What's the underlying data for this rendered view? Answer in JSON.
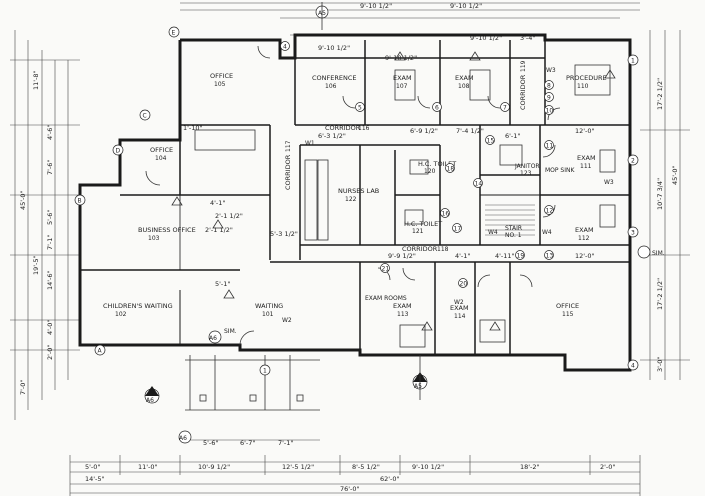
{
  "rooms": [
    {
      "name": "OFFICE",
      "number": "105"
    },
    {
      "name": "CONFERENCE",
      "number": "106"
    },
    {
      "name": "EXAM",
      "number": "107"
    },
    {
      "name": "EXAM",
      "number": "108"
    },
    {
      "name": "PROCEDURE",
      "number": "110"
    },
    {
      "name": "OFFICE",
      "number": "104"
    },
    {
      "name": "NURSES LAB",
      "number": "122"
    },
    {
      "name": "H.C. TOILET",
      "number": "120"
    },
    {
      "name": "H.C. TOILET",
      "number": "121"
    },
    {
      "name": "EXAM",
      "number": "111"
    },
    {
      "name": "EXAM",
      "number": "112"
    },
    {
      "name": "BUSINESS OFFICE",
      "number": "103"
    },
    {
      "name": "CHILDREN'S WAITING",
      "number": "102"
    },
    {
      "name": "WAITING",
      "number": "101"
    },
    {
      "name": "EXAM",
      "number": "113"
    },
    {
      "name": "EXAM",
      "number": "114"
    },
    {
      "name": "OFFICE",
      "number": "115"
    },
    {
      "name": "CORRIDOR",
      "number": "116"
    },
    {
      "name": "CORRIDOR",
      "number": "117"
    },
    {
      "name": "CORRIDOR",
      "number": "118"
    },
    {
      "name": "CORRIDOR",
      "number": "119"
    },
    {
      "name": "JANITOR",
      "number": "123"
    },
    {
      "name": "STAIR",
      "number": "NO. 1"
    }
  ],
  "labels": {
    "mop_sink": "MOP SINK",
    "exam_rooms": "EXAM ROOMS",
    "sim": "SIM."
  },
  "dimensions_top": [
    "9'-10 1/2\"",
    "9'-10 1/2\"",
    "9'-10 1/2\"",
    "3'-4\""
  ],
  "dimensions_bottom_row1": [
    "5'-0\"",
    "11'-0\"",
    "10'-9 1/2\"",
    "12'-5 1/2\"",
    "8'-5 1/2\"",
    "9'-10 1/2\"",
    "18'-2\"",
    "2'-0\""
  ],
  "dimensions_bottom_row2": [
    "14'-5\"",
    "62'-0\""
  ],
  "dimensions_bottom_row3": [
    "76'-0\""
  ],
  "dimensions_left": [
    "11'-8\"",
    "4'-6\"",
    "7'-6\"",
    "45'-0\"",
    "5'-6\"",
    "7'-1\"",
    "19'-5\"",
    "14'-6\"",
    "4'-0\"",
    "2'-0\"",
    "7'-0\""
  ],
  "dimensions_right": [
    "17'-2 1/2\"",
    "10'-7 3/4\"",
    "45'-0\"",
    "17'-2 1/2\"",
    "3'-0\""
  ],
  "dimensions_interior": [
    "1'-10\"",
    "6'-3 1/2\"",
    "6'-9 1/2\"",
    "7'-4 1/2\"",
    "12'-0\"",
    "2'-1 1/2\"",
    "4'-1\"",
    "2'-1 1/2\"",
    "6'-1\"",
    "9'-10 1/2\"",
    "9'-10 1/2\"",
    "4'-1\"",
    "12'-0\"",
    "5'-1\"",
    "5'-3 1/2\"",
    "9'-9 1/2\"",
    "4'-11\"",
    "5'-6\"",
    "6'-7\"",
    "7'-1\""
  ],
  "grid_letters": [
    "A",
    "B",
    "C",
    "D",
    "E"
  ],
  "grid_numbers": [
    "1",
    "2",
    "3",
    "4",
    "5",
    "6",
    "7",
    "8",
    "9",
    "10",
    "11",
    "12",
    "13"
  ],
  "door_tags": [
    "4",
    "5",
    "6",
    "7",
    "8",
    "9",
    "10",
    "11",
    "12",
    "13",
    "14",
    "15",
    "16",
    "17",
    "18",
    "19",
    "20",
    "21"
  ],
  "section_marks": [
    "A6",
    "A6",
    "A6",
    "A5"
  ],
  "wall_tags": [
    "W1",
    "W2",
    "W3",
    "W4"
  ]
}
